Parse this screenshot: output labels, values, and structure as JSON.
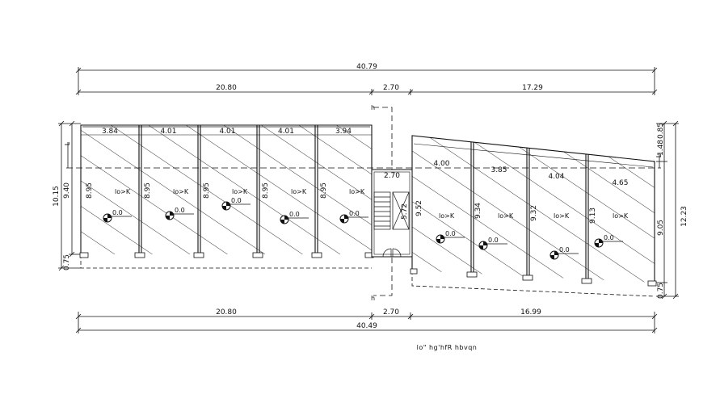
{
  "dims_top": {
    "total": "40.79",
    "left": "20.80",
    "middle": "2.70",
    "right": "17.29"
  },
  "dims_bottom": {
    "left": "20.80",
    "middle": "2.70",
    "right": "16.99",
    "total": "40.49"
  },
  "dims_left": {
    "outer": "10.15",
    "inner": "9.40",
    "base": "0.75"
  },
  "dims_right": {
    "top_a": "0.85",
    "top_b": "1.48",
    "outer": "12.23",
    "inner": "9.05",
    "base": "0.75"
  },
  "left_block": {
    "widths": [
      "3.84",
      "4.01",
      "4.01",
      "4.01",
      "3.94"
    ],
    "depths": [
      "8.95",
      "8.95",
      "8.95",
      "8.95",
      "8.95"
    ],
    "unit_label": "lo>K",
    "level": "0.0"
  },
  "right_block": {
    "widths": [
      "4.00",
      "3.85",
      "4.04",
      "4.65"
    ],
    "depths": [
      "9.52",
      "9.34",
      "9.32",
      "9.13"
    ],
    "unit_label": "lo>K",
    "level": "0.0"
  },
  "core": {
    "width": "2.70",
    "height": "5.72"
  },
  "section_marks": {
    "top": "h",
    "bottom": "h",
    "left": "L",
    "right": "L"
  },
  "caption": "lo\" hg'hfR hbvqn"
}
